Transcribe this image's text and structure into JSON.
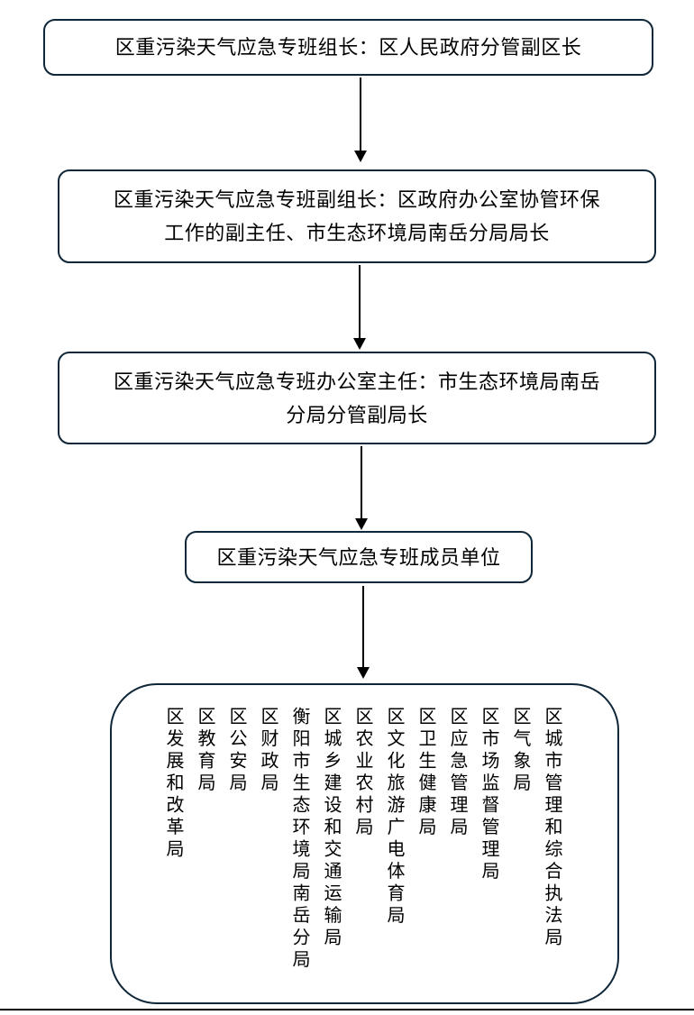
{
  "colors": {
    "border": "#0e2637",
    "arrow": "#000000",
    "text": "#000000",
    "background": "#ffffff"
  },
  "boxes": {
    "leader": {
      "lines": [
        "区重污染天气应急专班组长：区人民政府分管副区长"
      ]
    },
    "deputy": {
      "lines": [
        "区重污染天气应急专班副组长：区政府办公室协管环保",
        "工作的副主任、市生态环境局南岳分局局长"
      ]
    },
    "office": {
      "lines": [
        "区重污染天气应急专班办公室主任：市生态环境局南岳",
        "分局分管副局长"
      ]
    },
    "members_title": {
      "lines": [
        "区重污染天气应急专班成员单位"
      ]
    }
  },
  "member_units": [
    "区发展和改革局",
    "区教育局",
    "区公安局",
    "区财政局",
    "衡阳市生态环境局南岳分局",
    "区城乡建设和交通运输局",
    "区农业农村局",
    "区文化旅游广电体育局",
    "区卫生健康局",
    "区应急管理局",
    "区市场监督管理局",
    "区气象局",
    "区城市管理和综合执法局"
  ]
}
